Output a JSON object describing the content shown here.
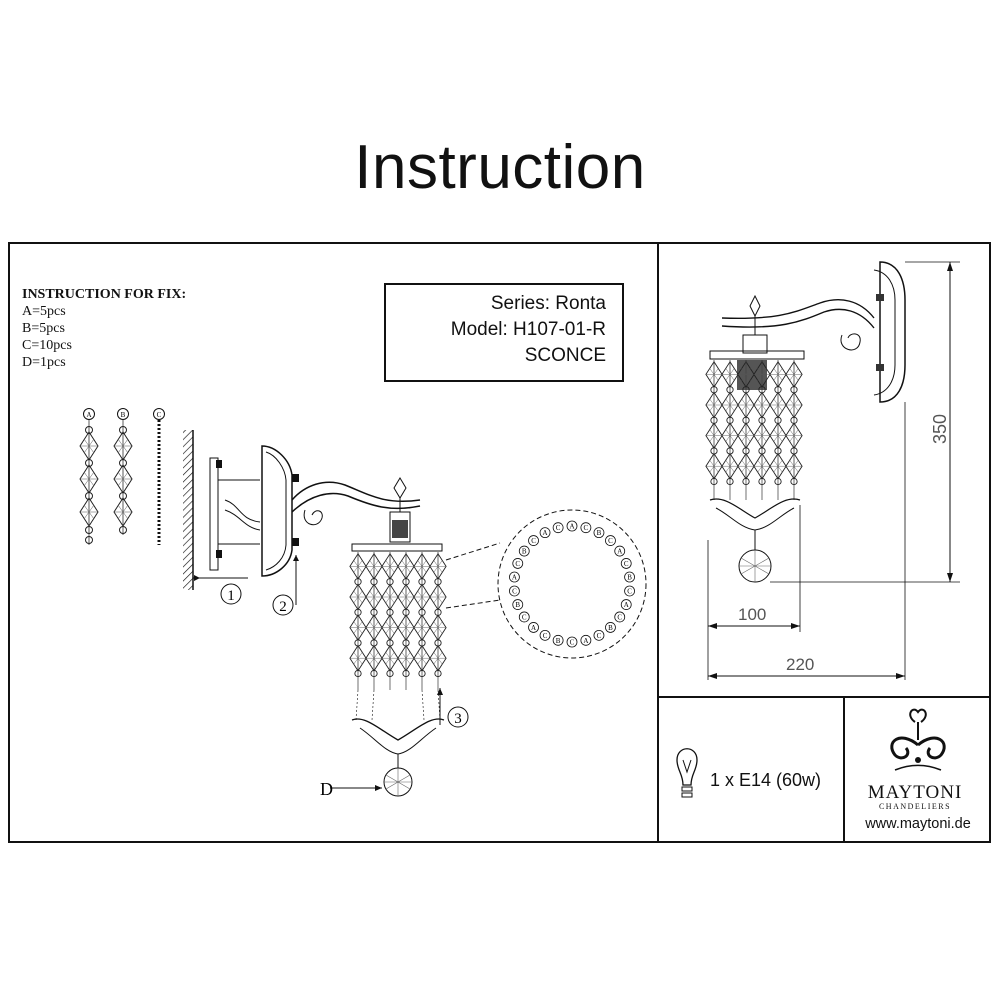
{
  "title": "Instruction",
  "fix_instructions": {
    "header": "INSTRUCTION FOR FIX:",
    "items": [
      "A=5pcs",
      "B=5pcs",
      "C=10pcs",
      "D=1pcs"
    ]
  },
  "product": {
    "series": "Series: Ronta",
    "model": "Model: H107-01-R",
    "type": "SCONCE"
  },
  "part_labels": {
    "a": "A",
    "b": "B",
    "c": "C",
    "d": "D"
  },
  "steps": [
    "1",
    "2",
    "3"
  ],
  "crystal_ring_labels": [
    "A",
    "C",
    "B",
    "C",
    "A",
    "C",
    "B",
    "C",
    "A",
    "C",
    "B",
    "C",
    "A",
    "C",
    "B",
    "C",
    "A",
    "C",
    "B",
    "C",
    "A",
    "C",
    "B",
    "C",
    "A",
    "C"
  ],
  "dimensions": {
    "height": "350",
    "depth": "100",
    "width": "220"
  },
  "bulb": "1 x E14 (60w)",
  "brand": {
    "name": "MAYTONI",
    "subtitle": "CHANDELIERS",
    "url": "www.maytoni.de"
  }
}
